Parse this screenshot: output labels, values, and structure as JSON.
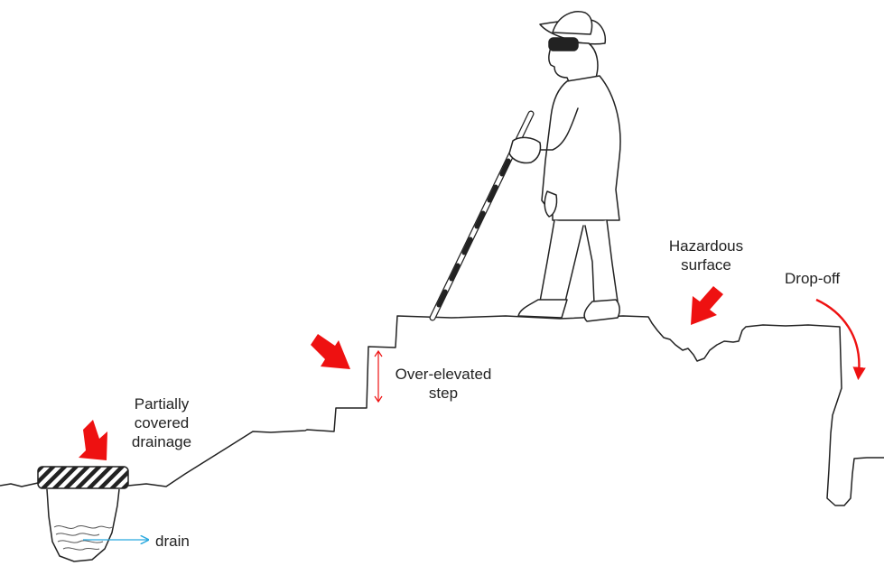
{
  "labels": {
    "partially_covered_drainage": [
      "Partially",
      "covered",
      "drainage"
    ],
    "drain": "drain",
    "over_elevated_step": [
      "Over-elevated",
      "step"
    ],
    "hazardous_surface": [
      "Hazardous",
      "surface"
    ],
    "drop_off": "Drop-off"
  },
  "colors": {
    "ink": "#222222",
    "hazard_arrow": "#ee1111",
    "drain_arrow": "#29a9df",
    "background": "#ffffff"
  },
  "icons": {
    "figure": "person-with-white-cane",
    "markers": "red-hazard-arrow"
  }
}
